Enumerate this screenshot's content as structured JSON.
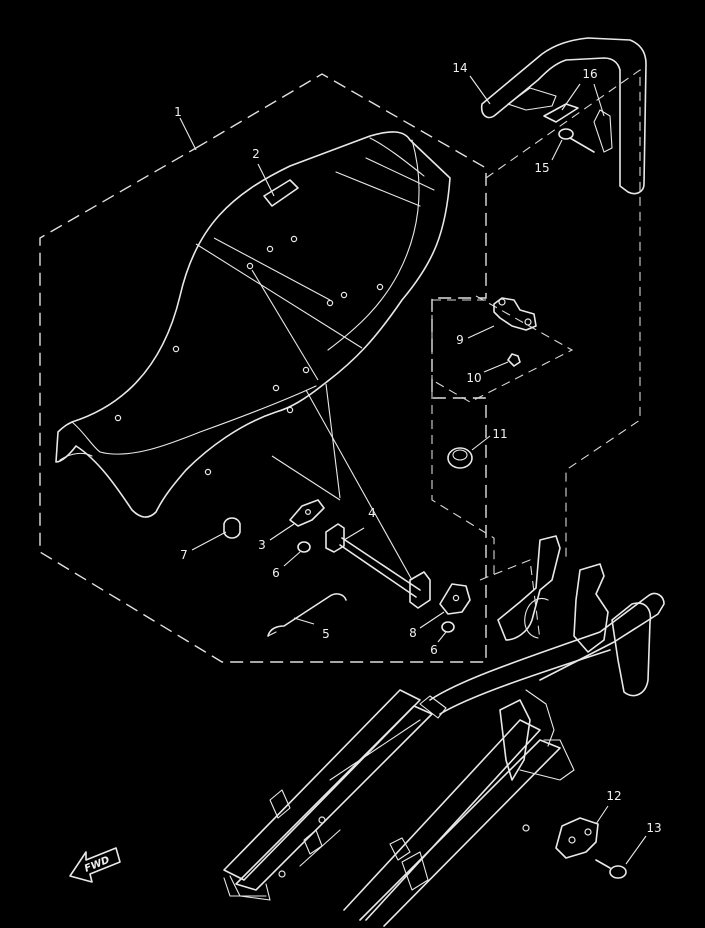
{
  "callouts": [
    {
      "id": "1",
      "label": "1"
    },
    {
      "id": "2",
      "label": "2"
    },
    {
      "id": "3",
      "label": "3"
    },
    {
      "id": "4",
      "label": "4"
    },
    {
      "id": "5",
      "label": "5"
    },
    {
      "id": "6a",
      "label": "6"
    },
    {
      "id": "6b",
      "label": "6"
    },
    {
      "id": "7",
      "label": "7"
    },
    {
      "id": "8",
      "label": "8"
    },
    {
      "id": "9",
      "label": "9"
    },
    {
      "id": "10",
      "label": "10"
    },
    {
      "id": "11",
      "label": "11"
    },
    {
      "id": "12",
      "label": "12"
    },
    {
      "id": "13",
      "label": "13"
    },
    {
      "id": "14",
      "label": "14"
    },
    {
      "id": "15",
      "label": "15"
    },
    {
      "id": "16",
      "label": "16"
    }
  ],
  "direction_badge": {
    "label": "FWD"
  },
  "colors": {
    "background": "#000000",
    "line": "#e8e8e8"
  }
}
